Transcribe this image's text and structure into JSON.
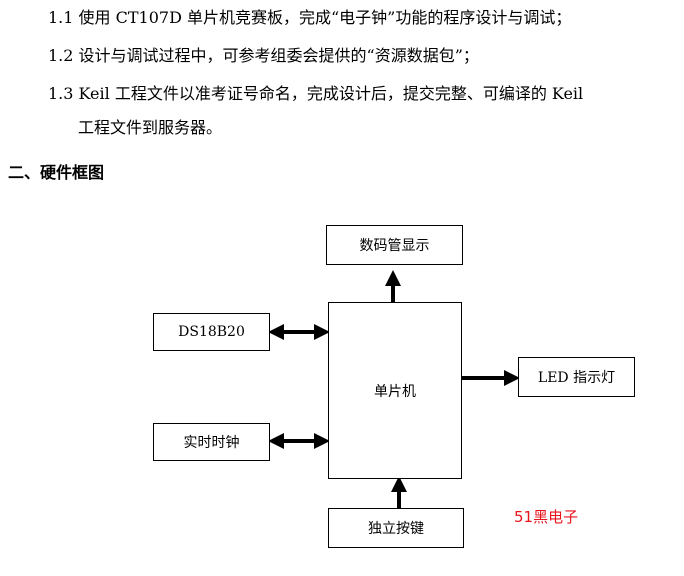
{
  "requirements": [
    "1.1 使用 CT107D 单片机竞赛板，完成“电子钟”功能的程序设计与调试；",
    "1.2 设计与调试过程中，可参考组委会提供的“资源数据包”；",
    "1.3 Keil 工程文件以准考证号命名，完成设计后，提交完整、可编译的 Keil",
    "工程文件到服务器。"
  ],
  "section_heading": "二、硬件框图",
  "diagram": {
    "display": "数码管显示",
    "sensor": "DS18B20",
    "mcu": "单片机",
    "led": "LED 指示灯",
    "rtc": "实时时钟",
    "keys": "独立按键"
  },
  "watermark": "51黑电子"
}
